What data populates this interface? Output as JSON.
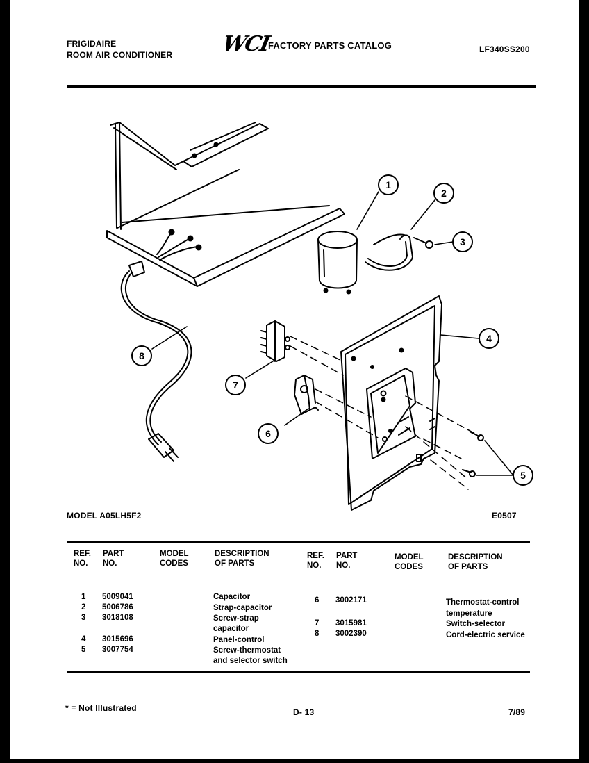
{
  "header": {
    "brand": "FRIGIDAIRE",
    "product": "ROOM AIR CONDITIONER",
    "logo": "WCI",
    "catalog_title": "FACTORY PARTS CATALOG",
    "catalog_number": "LF340SS200"
  },
  "diagram": {
    "model_label": "MODEL A05LH5F2",
    "figure_code": "E0507",
    "callouts": [
      "1",
      "2",
      "3",
      "4",
      "5",
      "6",
      "7",
      "8"
    ]
  },
  "table": {
    "columns": [
      "REF. NO.",
      "PART NO.",
      "MODEL CODES",
      "DESCRIPTION OF PARTS"
    ],
    "columns_lines": [
      [
        "REF.",
        "NO."
      ],
      [
        "PART",
        "NO."
      ],
      [
        "MODEL",
        "CODES"
      ],
      [
        "DESCRIPTION",
        "OF PARTS"
      ]
    ],
    "left_rows": [
      {
        "ref": "1",
        "part": "5009041",
        "desc": [
          "Capacitor"
        ]
      },
      {
        "ref": "2",
        "part": "5006786",
        "desc": [
          "Strap-capacitor"
        ]
      },
      {
        "ref": "3",
        "part": "3018108",
        "desc": [
          "Screw-strap",
          "capacitor"
        ]
      },
      {
        "ref": "4",
        "part": "3015696",
        "desc": [
          "Panel-control"
        ]
      },
      {
        "ref": "5",
        "part": "3007754",
        "desc": [
          "Screw-thermostat",
          "and selector switch"
        ]
      }
    ],
    "right_rows": [
      {
        "ref": "6",
        "part": "3002171",
        "desc": [
          "Thermostat-control",
          "temperature"
        ]
      },
      {
        "ref": "7",
        "part": "3015981",
        "desc": [
          "Switch-selector"
        ]
      },
      {
        "ref": "8",
        "part": "3002390",
        "desc": [
          "Cord-electric service"
        ]
      }
    ]
  },
  "footer": {
    "note": "* = Not Illustrated",
    "page": "D- 13",
    "date": "7/89"
  }
}
